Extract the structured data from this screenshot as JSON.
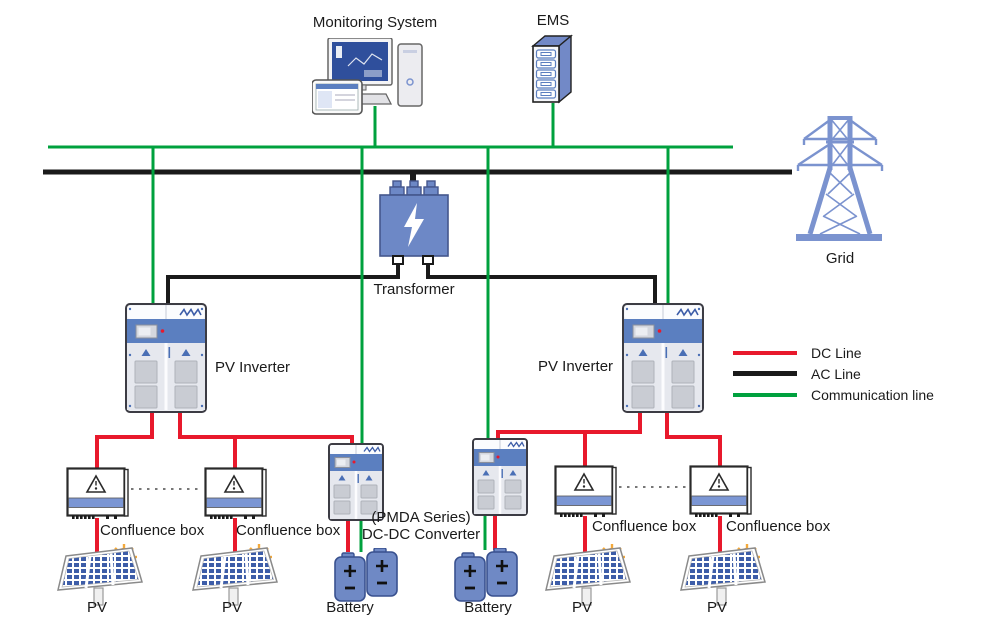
{
  "nodes": {
    "monitoring_system": {
      "label": "Monitoring System"
    },
    "ems": {
      "label": "EMS"
    },
    "grid": {
      "label": "Grid"
    },
    "transformer": {
      "label": "Transformer"
    },
    "pv_inverters": [
      {
        "label": "PV Inverter"
      },
      {
        "label": "PV Inverter"
      }
    ],
    "confluence_boxes": [
      {
        "label": "Confluence box"
      },
      {
        "label": "Confluence box"
      },
      {
        "label": "Confluence box"
      },
      {
        "label": "Confluence box"
      }
    ],
    "dc_dc_converter": {
      "series": "(PMDA Series)",
      "label": "DC-DC Converter"
    },
    "batteries": [
      {
        "label": "Battery"
      },
      {
        "label": "Battery"
      }
    ],
    "pv_panels": [
      {
        "label": "PV"
      },
      {
        "label": "PV"
      },
      {
        "label": "PV"
      },
      {
        "label": "PV"
      }
    ]
  },
  "legend": {
    "items": [
      {
        "label": "DC Line",
        "color": "#e8192c"
      },
      {
        "label": "AC Line",
        "color": "#1a1a1a"
      },
      {
        "label": "Communication line",
        "color": "#00a13e"
      }
    ]
  },
  "colors": {
    "dc_line": "#e8192c",
    "ac_line": "#1a1a1a",
    "communication_line": "#00a13e",
    "component_blue": "#6d88c6",
    "band_blue": "#5b7fc0",
    "tower_blue": "#7b93cf",
    "sun_orange": "#f3a93c"
  }
}
